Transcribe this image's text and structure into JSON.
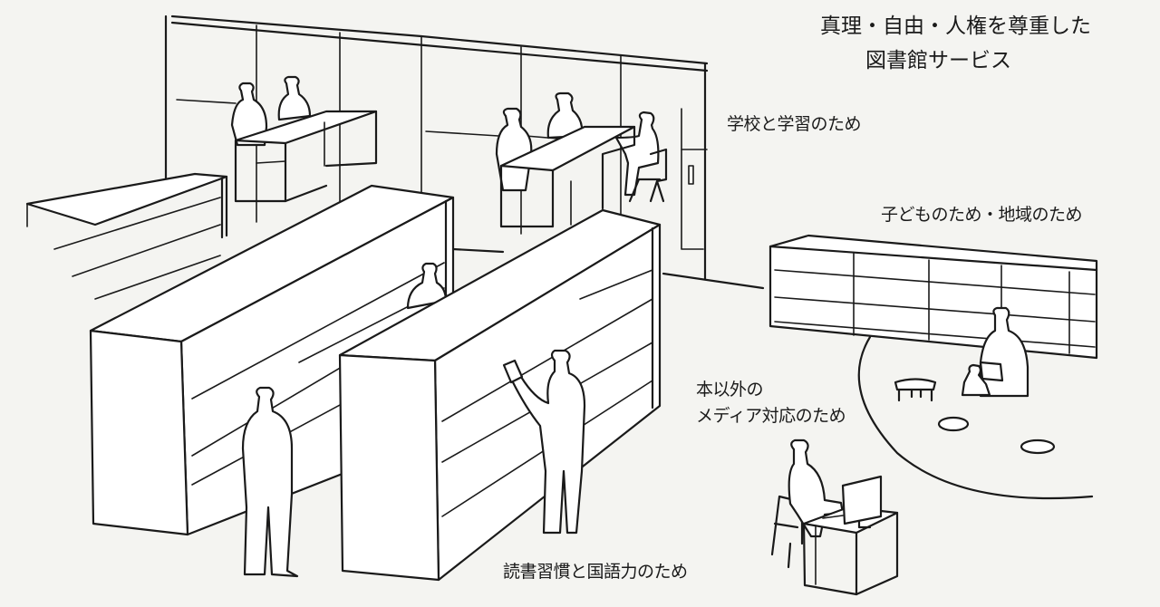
{
  "title": {
    "line1": "真理・自由・人権を尊重した",
    "line2": "図書館サービス"
  },
  "labels": {
    "school": "学校と学習のため",
    "children_community": "子どものため・地域のため",
    "media_line1": "本以外の",
    "media_line2": "メディア対応のため",
    "reading": "読書習慣と国語力のため"
  },
  "colors": {
    "paper": "#f4f4f1",
    "ink": "#1a1a1a"
  }
}
